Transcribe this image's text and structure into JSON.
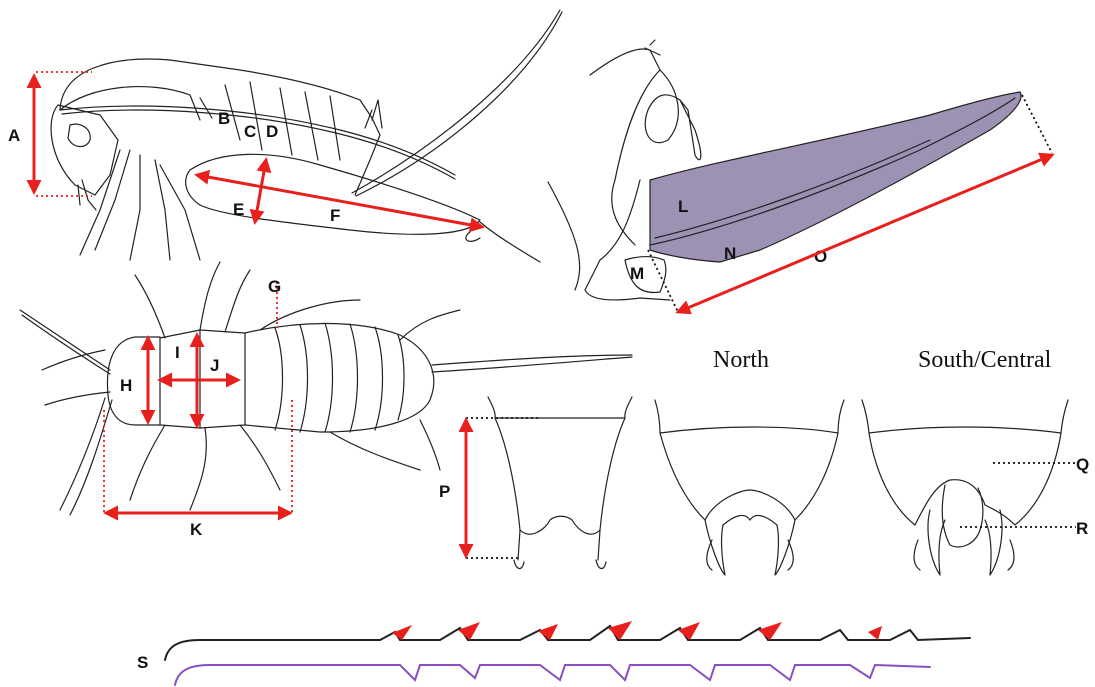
{
  "labels": {
    "a": "A",
    "b": "B",
    "c": "C",
    "d": "D",
    "e": "E",
    "f": "F",
    "g": "G",
    "h": "H",
    "i": "I",
    "j": "J",
    "k": "K",
    "l": "L",
    "m": "M",
    "n": "N",
    "o": "O",
    "p": "P",
    "q": "Q",
    "r": "R",
    "s": "S"
  },
  "panel_titles": {
    "north": "North",
    "south_central": "South/Central"
  },
  "colors": {
    "measure_red": "#e8201d",
    "ovipositor_fill": "#9d92b4",
    "purple_line": "#8a4fc0",
    "ink": "#222222"
  }
}
